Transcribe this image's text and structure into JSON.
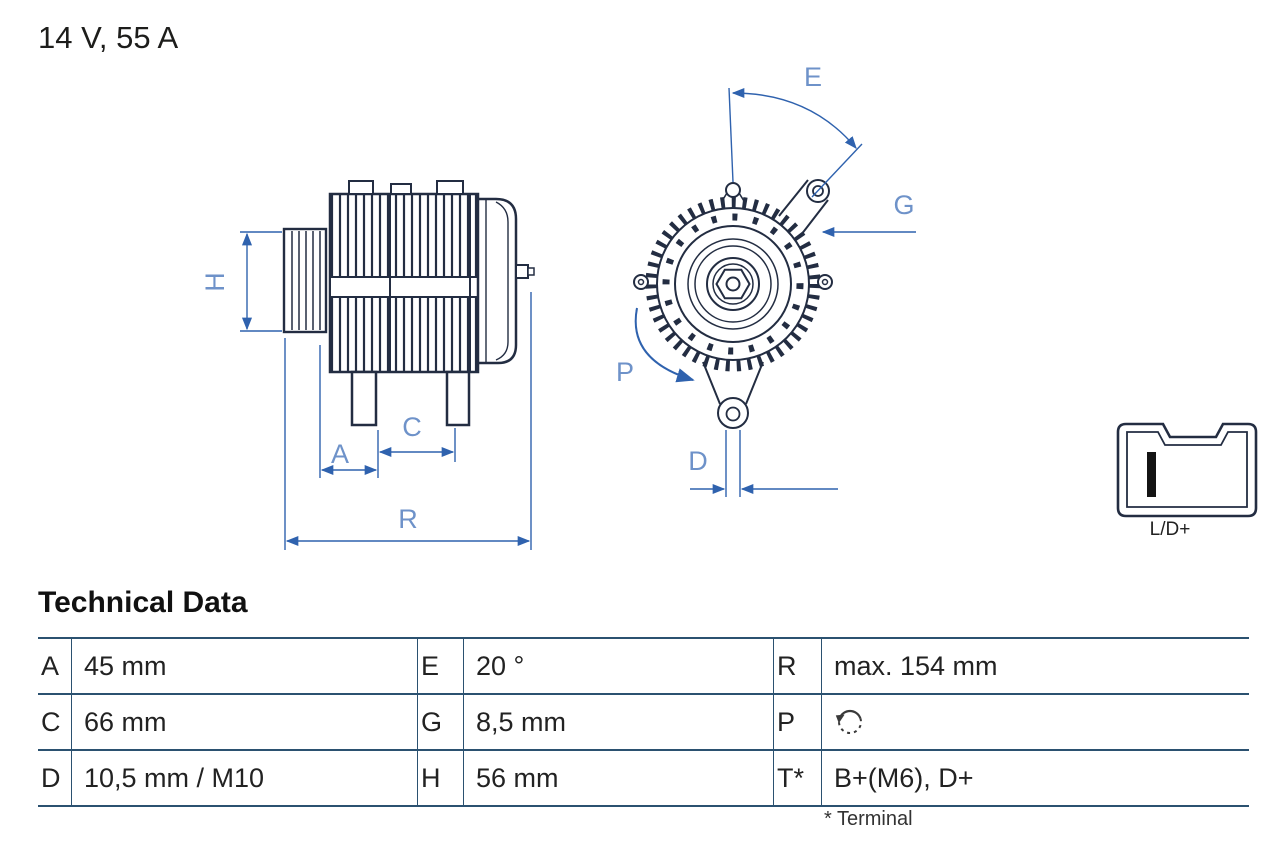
{
  "header": {
    "rating": "14 V, 55 A"
  },
  "diagram": {
    "dimension_labels": {
      "H": "H",
      "A": "A",
      "C": "C",
      "R": "R",
      "E": "E",
      "G": "G",
      "P": "P",
      "D": "D"
    },
    "connector": {
      "label": "L/D+"
    },
    "colors": {
      "outline": "#232d42",
      "dimension_line": "#2f62ae",
      "dimension_label": "#6e92c9",
      "table_line": "#2b5170"
    }
  },
  "technical_data": {
    "title": "Technical Data",
    "rows": [
      [
        {
          "key": "A",
          "value": "45 mm"
        },
        {
          "key": "E",
          "value": "20 °"
        },
        {
          "key": "R",
          "value": "max. 154 mm"
        }
      ],
      [
        {
          "key": "C",
          "value": "66 mm"
        },
        {
          "key": "G",
          "value": "8,5 mm"
        },
        {
          "key": "P",
          "value": "",
          "icon": "counterclockwise-rotation"
        }
      ],
      [
        {
          "key": "D",
          "value": "10,5 mm / M10"
        },
        {
          "key": "H",
          "value": "56 mm"
        },
        {
          "key": "T*",
          "value": "B+(M6), D+"
        }
      ]
    ],
    "footnote": "* Terminal"
  }
}
